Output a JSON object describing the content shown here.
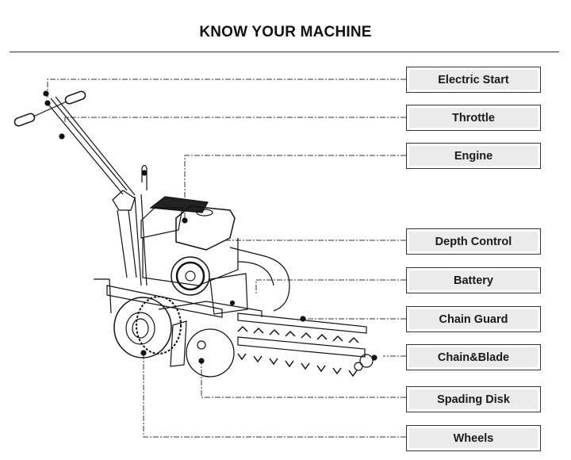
{
  "title": "KNOW YOUR MACHINE",
  "labels": [
    "Electric Start",
    "Throttle",
    "Engine",
    "Depth Control",
    "Battery",
    "Chain Guard",
    "Chain&Blade",
    "Spading Disk",
    "Wheels"
  ]
}
